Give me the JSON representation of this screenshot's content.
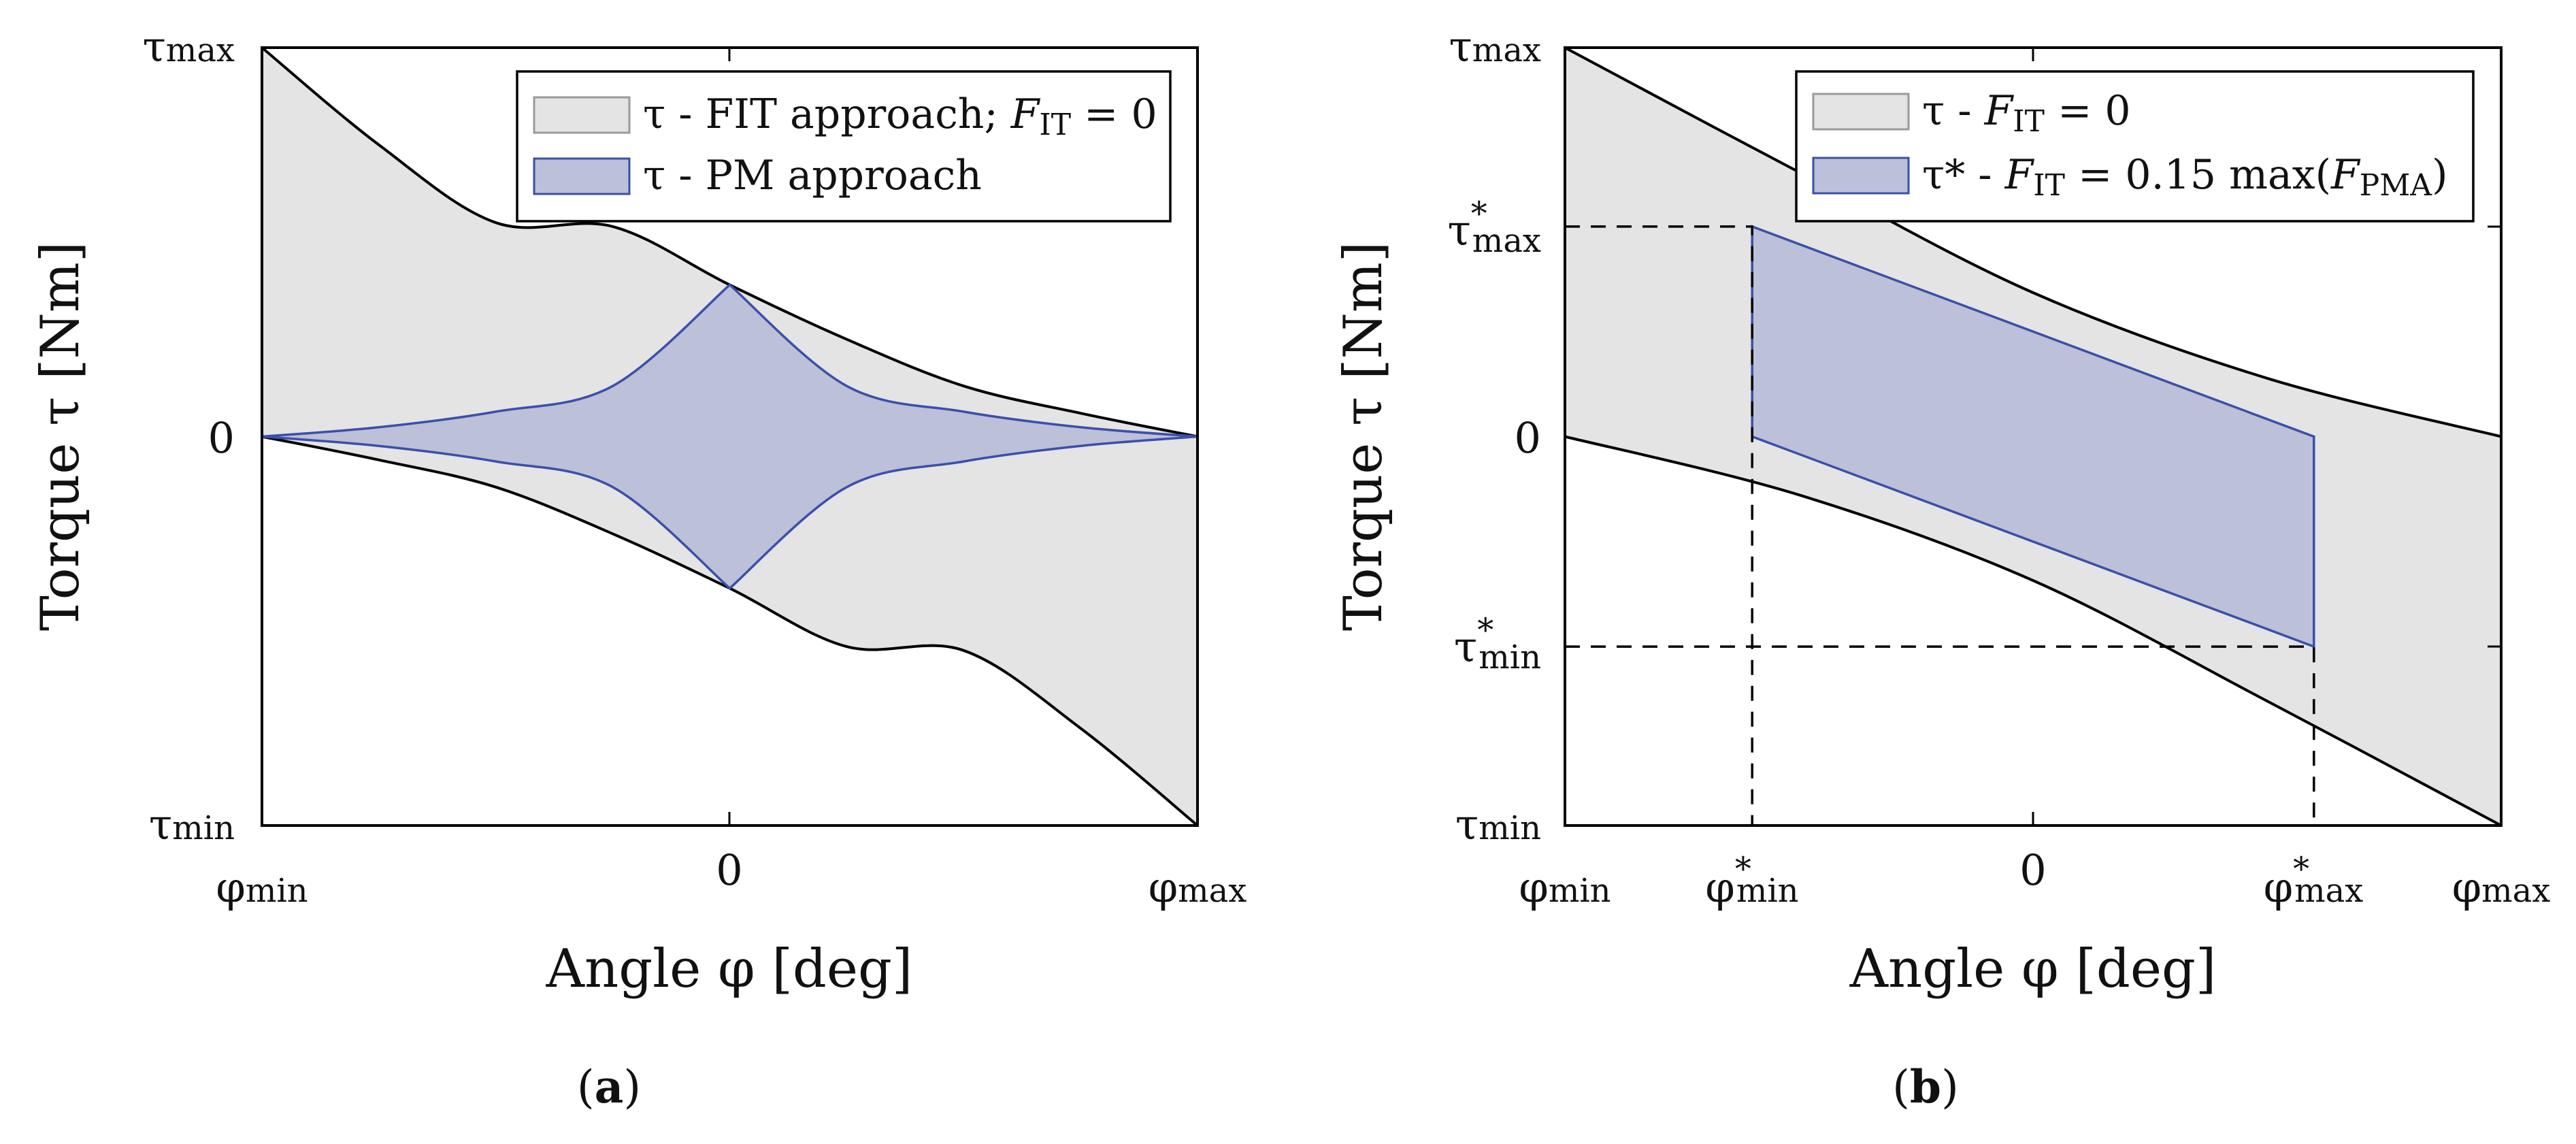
{
  "figure": {
    "panel_a_label": "a",
    "panel_b_label": "b"
  },
  "colors": {
    "outer_fill": "#e4e4e4",
    "outer_edge": "#9a9a9a",
    "inner_fill": "#bcc0d8",
    "inner_stroke": "#3b4faa",
    "boundary": "#000000"
  },
  "chart_data": [
    {
      "type": "area",
      "panel": "a",
      "xlabel": "Angle φ [deg]",
      "ylabel": "Torque τ [Nm]",
      "xticks": [
        "φmin",
        "0",
        "φmax"
      ],
      "yticks": [
        "τmax",
        "0",
        "τmin"
      ],
      "xlim": [
        -1,
        1
      ],
      "ylim": [
        -1,
        1
      ],
      "grid": false,
      "legend": {
        "position": "top-right",
        "entries": [
          {
            "name": "τ - FIT approach; FIT = 0",
            "name_pre": "τ - FIT approach; ",
            "name_post": " = 0"
          },
          {
            "name": "τ - PM approach"
          }
        ]
      },
      "series": [
        {
          "name": "τ - FIT approach; FIT = 0",
          "upper": {
            "x": [
              -1,
              -0.75,
              -0.5,
              -0.25,
              0,
              0.25,
              0.5,
              0.75,
              1
            ],
            "y": [
              1.0,
              0.75,
              0.55,
              0.54,
              0.39,
              0.25,
              0.13,
              0.06,
              0.0
            ]
          },
          "lower": {
            "x": [
              -1,
              -0.75,
              -0.5,
              -0.25,
              0,
              0.25,
              0.5,
              0.75,
              1
            ],
            "y": [
              0.0,
              -0.06,
              -0.13,
              -0.25,
              -0.39,
              -0.54,
              -0.55,
              -0.75,
              -1.0
            ]
          }
        },
        {
          "name": "τ - PM approach",
          "upper": {
            "x": [
              -1,
              -0.75,
              -0.5,
              -0.25,
              0,
              0.25,
              0.5,
              0.75,
              1
            ],
            "y": [
              0.0,
              0.024,
              0.064,
              0.13,
              0.39,
              0.13,
              0.064,
              0.024,
              0.0
            ]
          },
          "lower": {
            "x": [
              -1,
              -0.75,
              -0.5,
              -0.25,
              0,
              0.25,
              0.5,
              0.75,
              1
            ],
            "y": [
              0.0,
              -0.024,
              -0.064,
              -0.13,
              -0.39,
              -0.13,
              -0.064,
              -0.024,
              0.0
            ]
          }
        }
      ]
    },
    {
      "type": "area",
      "panel": "b",
      "xlabel": "Angle φ [deg]",
      "ylabel": "Torque τ [Nm]",
      "xticks": [
        "φmin",
        "φ*min",
        "0",
        "φ*max",
        "φmax"
      ],
      "yticks": [
        "τmax",
        "τ*max",
        "0",
        "τ*min",
        "τmin"
      ],
      "xlim": [
        -1,
        1
      ],
      "ylim": [
        -1,
        1
      ],
      "xtick_values": [
        -1,
        -0.6,
        0,
        0.6,
        1
      ],
      "ytick_values": [
        1,
        0.54,
        0,
        -0.54,
        -1
      ],
      "grid": false,
      "legend": {
        "position": "top-right",
        "entries": [
          {
            "name": "τ - FIT = 0",
            "name_pre": "τ - ",
            "name_post": " = 0"
          },
          {
            "name": "τ* - FIT = 0.15 max(FPMA)",
            "name_pre": "τ* - ",
            "name_mid": " = 0.15 max(",
            "name_post": ")"
          }
        ]
      },
      "guides": [
        {
          "label": "φ*min",
          "x": -0.6,
          "y": 0.54
        },
        {
          "label": "φ*max",
          "x": 0.6,
          "y": -0.54
        }
      ],
      "series": [
        {
          "name": "τ - FIT = 0",
          "upper": {
            "x": [
              -1,
              -0.5,
              0,
              0.5,
              1
            ],
            "y": [
              1.0,
              0.68,
              0.37,
              0.15,
              0.0
            ]
          },
          "lower": {
            "x": [
              -1,
              -0.5,
              0,
              0.5,
              1
            ],
            "y": [
              0.0,
              -0.15,
              -0.37,
              -0.68,
              -1.0
            ]
          }
        },
        {
          "name": "τ* - FIT = 0.15 max(FPMA)",
          "upper": {
            "x": [
              -0.6,
              0.6
            ],
            "y": [
              0.54,
              0.0
            ]
          },
          "lower": {
            "x": [
              -0.6,
              0.6
            ],
            "y": [
              0.0,
              -0.54
            ]
          }
        }
      ]
    }
  ]
}
